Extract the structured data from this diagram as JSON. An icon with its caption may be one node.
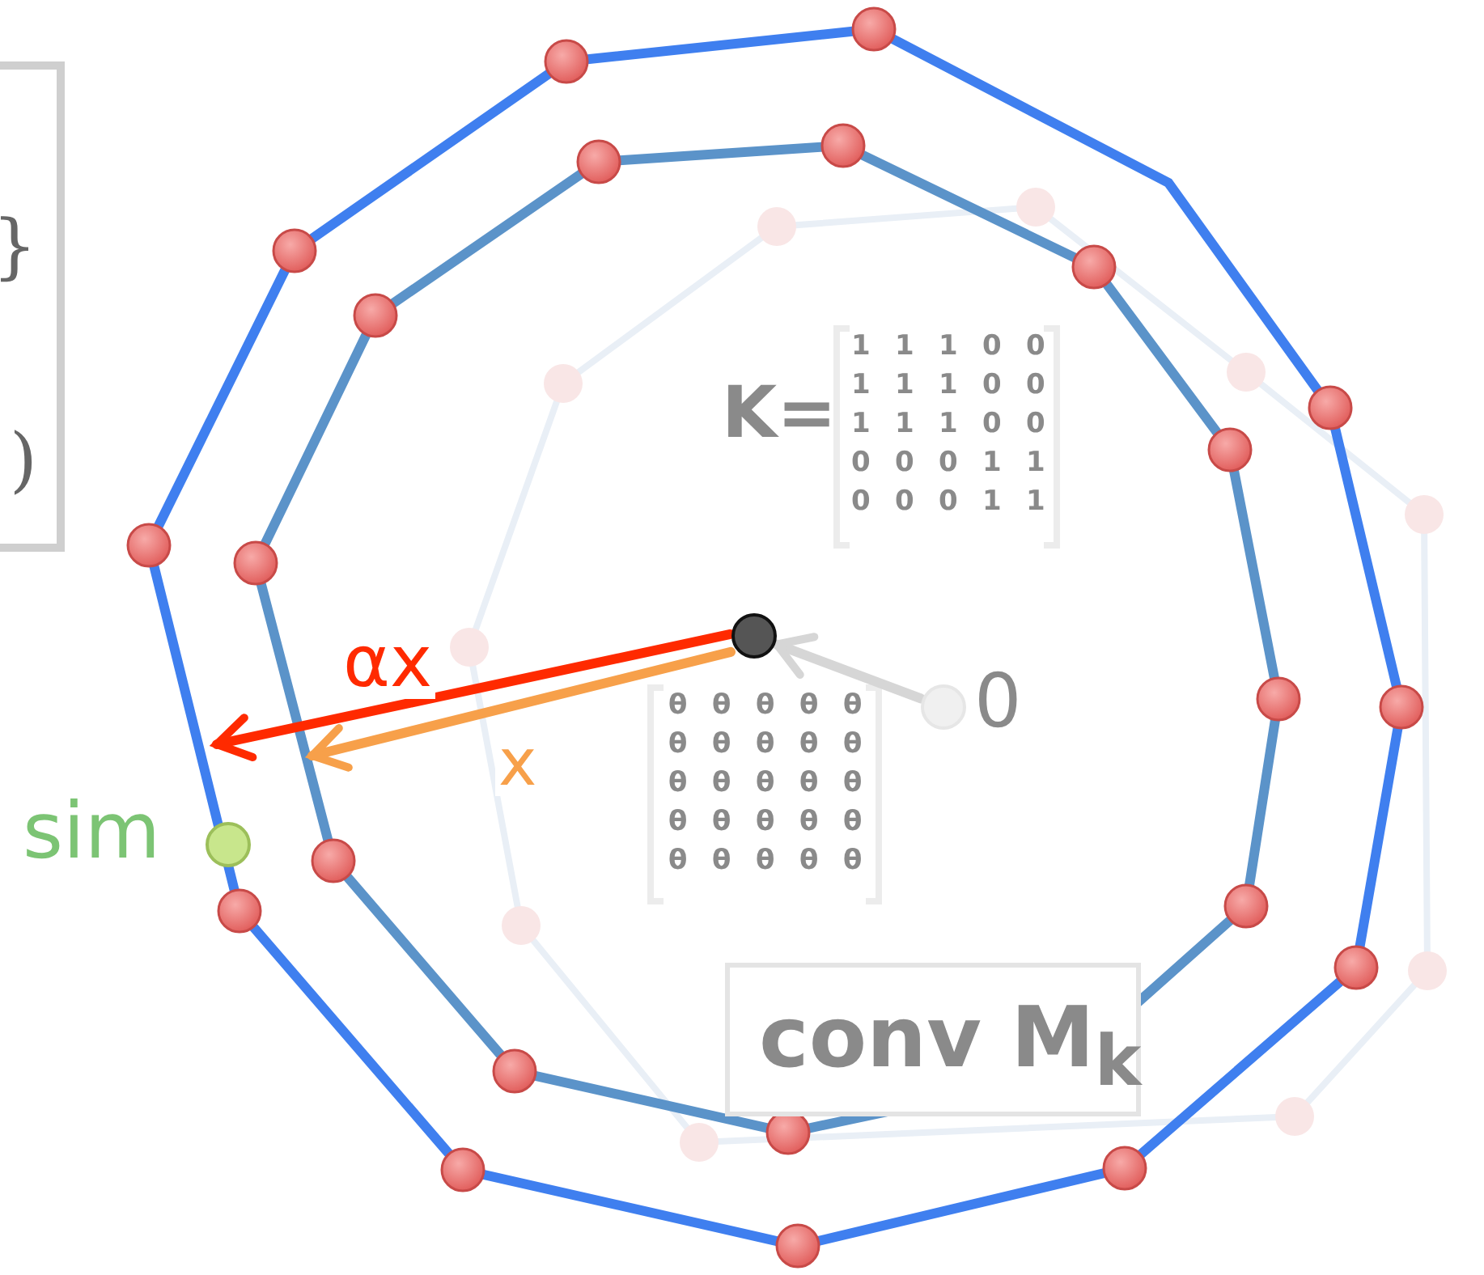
{
  "diagram": {
    "nodes": [
      {
        "text": [
          "}",
          ")"
        ]
      },
      {
        "text": [],
        "shape": "circle"
      },
      {
        "text": [],
        "shape": "circle",
        "beside": [
          "0"
        ]
      },
      {
        "text": [],
        "shape": "circle",
        "beside": [
          "sim"
        ]
      },
      {
        "text": [
          "conv M$_{k}$"
        ]
      }
    ],
    "edges": [
      {
        "from": 2,
        "to": 1,
        "arrow": "to",
        "color": "#d6d6d6"
      },
      {
        "from": 1,
        "to": null,
        "arrow": "to",
        "label": "αx",
        "color": "#ff2a00"
      },
      {
        "from": 1,
        "to": null,
        "arrow": "to",
        "label": "x",
        "color": "#f7a04a"
      }
    ],
    "labels": [
      "K=",
      "1",
      "1",
      "1",
      "0",
      "0",
      "1",
      "1",
      "1",
      "0",
      "0",
      "1",
      "1",
      "1",
      "0",
      "0",
      "0",
      "0",
      "0",
      "1",
      "1",
      "0",
      "0",
      "0",
      "1",
      "1",
      "θ",
      "θ",
      "θ",
      "θ",
      "θ",
      "θ",
      "θ",
      "θ",
      "θ",
      "θ",
      "θ",
      "θ",
      "θ",
      "θ",
      "θ",
      "θ",
      "θ",
      "θ",
      "θ",
      "θ",
      "θ",
      "θ",
      "θ",
      "θ",
      "θ"
    ]
  }
}
